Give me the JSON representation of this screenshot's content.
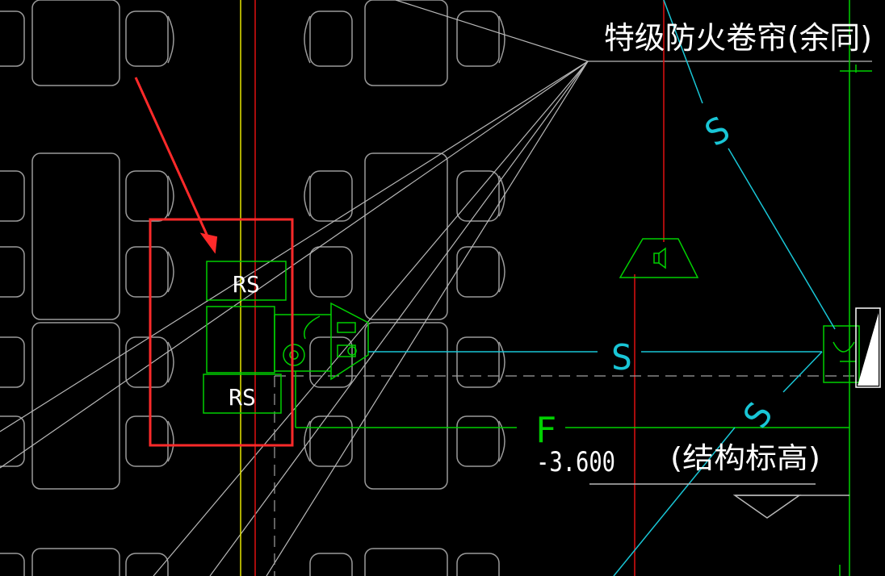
{
  "annotations": {
    "curtain_note": "特级防火卷帘(余同)",
    "structure_elevation_value": "-3.600",
    "structure_elevation_note": "(结构标高)",
    "rs_top": "RS",
    "rs_bottom": "RS",
    "signal_s_horizontal": "S",
    "signal_s_diagonal_upper": "S",
    "signal_s_diagonal_lower": "S",
    "fire_line_f": "F"
  },
  "colors": {
    "background": "#000000",
    "furniture": "#9a9a9a",
    "leader_lines": "#b8b8b8",
    "green_wiring": "#00d000",
    "cyan_signal": "#19c6d6",
    "red_lines": "#e01010",
    "yellow_axis": "#e6e600",
    "highlight_box": "#ff2a2a",
    "white_text": "#ffffff"
  },
  "icons": {
    "speaker": "speaker-icon",
    "detector": "detector-icon",
    "manual_alarm": "manual-alarm-icon",
    "arrow": "red-arrow-icon"
  }
}
